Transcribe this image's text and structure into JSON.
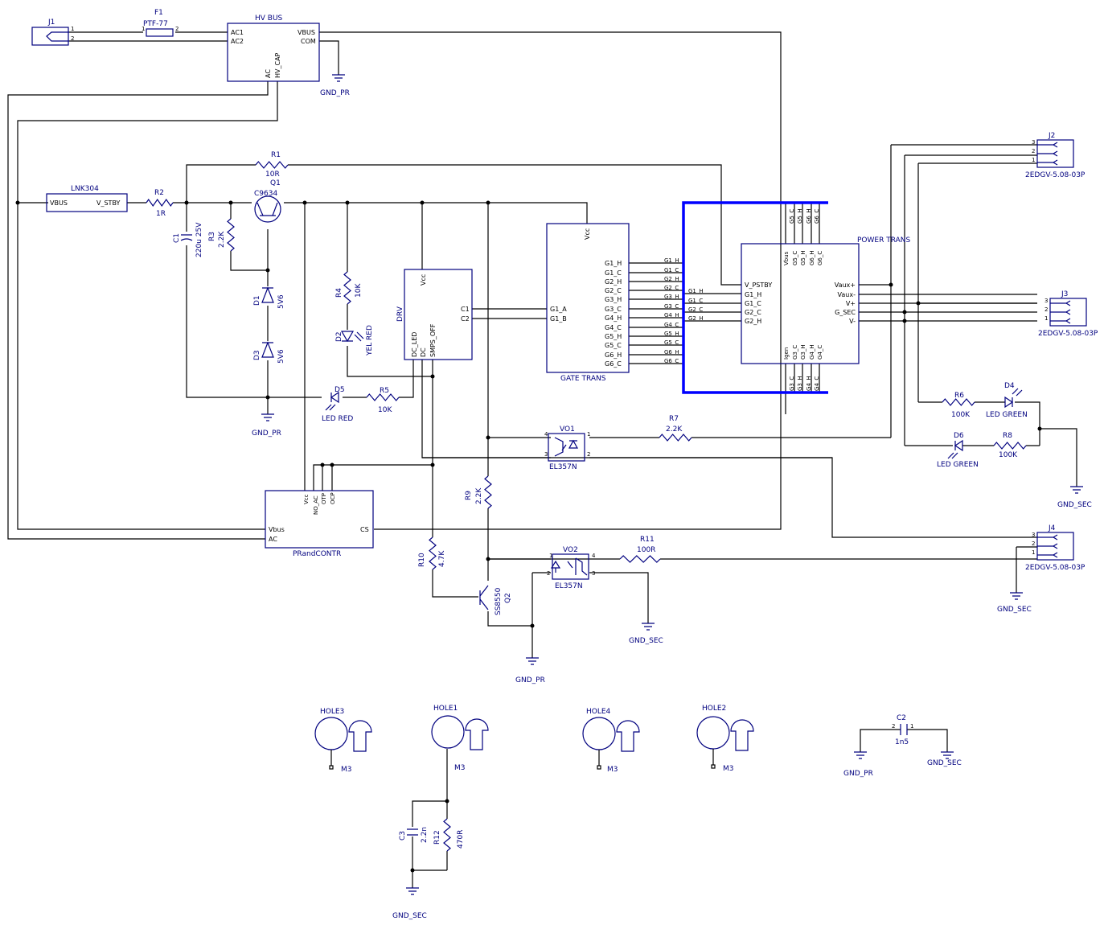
{
  "colors": {
    "wire": "#000000",
    "symbol": "#00007f",
    "bus": "#0000ff",
    "background": "#ffffff"
  },
  "J1": {
    "ref": "J1",
    "pins": [
      "1",
      "2"
    ]
  },
  "F1": {
    "ref": "F1",
    "value": "PTF-77",
    "pin1": "1",
    "pin2": "2"
  },
  "hv_bus": {
    "title": "HV BUS",
    "pins": {
      "ac1": "AC1",
      "ac2": "AC2",
      "vbus": "VBUS",
      "com": "COM",
      "ac": "AC",
      "hv_cap": "HV_CAP"
    }
  },
  "gnd_pr": "GND_PR",
  "gnd_sec": "GND_SEC",
  "lnk": {
    "title": "LNK304",
    "pins": {
      "vbus": "VBUS",
      "v_stby": "V_STBY"
    }
  },
  "R1": {
    "ref": "R1",
    "value": "10R"
  },
  "R2": {
    "ref": "R2",
    "value": "1R"
  },
  "R3": {
    "ref": "R3",
    "value": "2.2K"
  },
  "R4": {
    "ref": "R4",
    "value": "10K"
  },
  "R5": {
    "ref": "R5",
    "value": "10K"
  },
  "R6": {
    "ref": "R6",
    "value": "100K"
  },
  "R7": {
    "ref": "R7",
    "value": "2.2K"
  },
  "R8": {
    "ref": "R8",
    "value": "100K"
  },
  "R9": {
    "ref": "R9",
    "value": "2.2K"
  },
  "R10": {
    "ref": "R10",
    "value": "4.7K"
  },
  "R11": {
    "ref": "R11",
    "value": "100R"
  },
  "R12": {
    "ref": "R12",
    "value": "470R"
  },
  "C1": {
    "ref": "C1",
    "value": "220u 25V"
  },
  "C2": {
    "ref": "C2",
    "value": "1n5"
  },
  "C3": {
    "ref": "C3",
    "value": "2.2n"
  },
  "Q1": {
    "ref": "Q1",
    "value": "C9634"
  },
  "Q2": {
    "ref": "Q2",
    "value": "SS8550"
  },
  "D1": {
    "ref": "D1",
    "value": "5V6"
  },
  "D2": {
    "ref": "D2",
    "value": "YEL RED"
  },
  "D3": {
    "ref": "D3",
    "value": "5V6"
  },
  "D4": {
    "ref": "D4",
    "value": "LED GREEN"
  },
  "D5": {
    "ref": "D5",
    "value": "LED RED"
  },
  "D6": {
    "ref": "D6",
    "value": "LED GREEN"
  },
  "drv": {
    "title": "DRV",
    "pins": {
      "vcc": "Vcc",
      "c1": "C1",
      "c2": "C2",
      "dc_led": "DC_LED",
      "dc": "DC",
      "smps_off": "SMPS_OFF"
    }
  },
  "gate_trans": {
    "title": "GATE TRANS",
    "vcc": "Vcc",
    "in_a": "G1_A",
    "in_b": "G1_B",
    "outputs": [
      "G1_H",
      "G1_C",
      "G2_H",
      "G2_C",
      "G3_H",
      "G3_C",
      "G4_H",
      "G4_C",
      "G5_H",
      "G5_C",
      "G6_H",
      "G6_C"
    ]
  },
  "bus_labels_left": [
    "G1_H",
    "G1_C",
    "G2_H",
    "G2_C",
    "G3_H",
    "G3_C",
    "G4_H",
    "G4_C",
    "G5_H",
    "G5_C",
    "G6_H",
    "G6_C"
  ],
  "bus_labels_right": [
    "G1_H",
    "G1_C",
    "G2_C",
    "G2_H"
  ],
  "power_trans": {
    "title": "POWER TRANS",
    "left_pins": [
      "V_PSTBY",
      "G1_H",
      "G1_C",
      "G2_C",
      "G2_H"
    ],
    "right_pins": [
      "Vaux+",
      "Vaux-",
      "V+",
      "G_SEC",
      "V-"
    ],
    "top_pins": [
      "Vbus",
      "G5_C",
      "G5_H",
      "G6_H",
      "G6_C"
    ],
    "bottom_pins": [
      "Igen",
      "G3_C",
      "G3_H",
      "G4_H",
      "G4_C"
    ],
    "top_bus_labels": [
      "G5_C",
      "G5_H",
      "G6_H",
      "G6_C"
    ],
    "bottom_bus_labels": [
      "G3_C",
      "G3_H",
      "G4_H",
      "G4_C"
    ]
  },
  "J2": {
    "ref": "J2",
    "value": "2EDGV-5.08-03P",
    "pins": [
      "3",
      "2",
      "1"
    ]
  },
  "J3": {
    "ref": "J3",
    "value": "2EDGV-5.08-03P",
    "pins": [
      "3",
      "2",
      "1"
    ]
  },
  "J4": {
    "ref": "J4",
    "value": "2EDGV-5.08-03P",
    "pins": [
      "3",
      "2",
      "1"
    ]
  },
  "VO1": {
    "ref": "VO1",
    "value": "EL357N"
  },
  "VO2": {
    "ref": "VO2",
    "value": "EL357N"
  },
  "prot": {
    "title": "PRandCONTR",
    "pins": {
      "vcc": "Vcc",
      "no_ac": "NO_AC",
      "otp": "OTP",
      "ocp": "OCP",
      "vbus": "Vbus",
      "ac": "AC",
      "cs": "CS"
    }
  },
  "holes": [
    {
      "ref": "HOLE3",
      "value": "M3"
    },
    {
      "ref": "HOLE1",
      "value": "M3"
    },
    {
      "ref": "HOLE4",
      "value": "M3"
    },
    {
      "ref": "HOLE2",
      "value": "M3"
    }
  ]
}
